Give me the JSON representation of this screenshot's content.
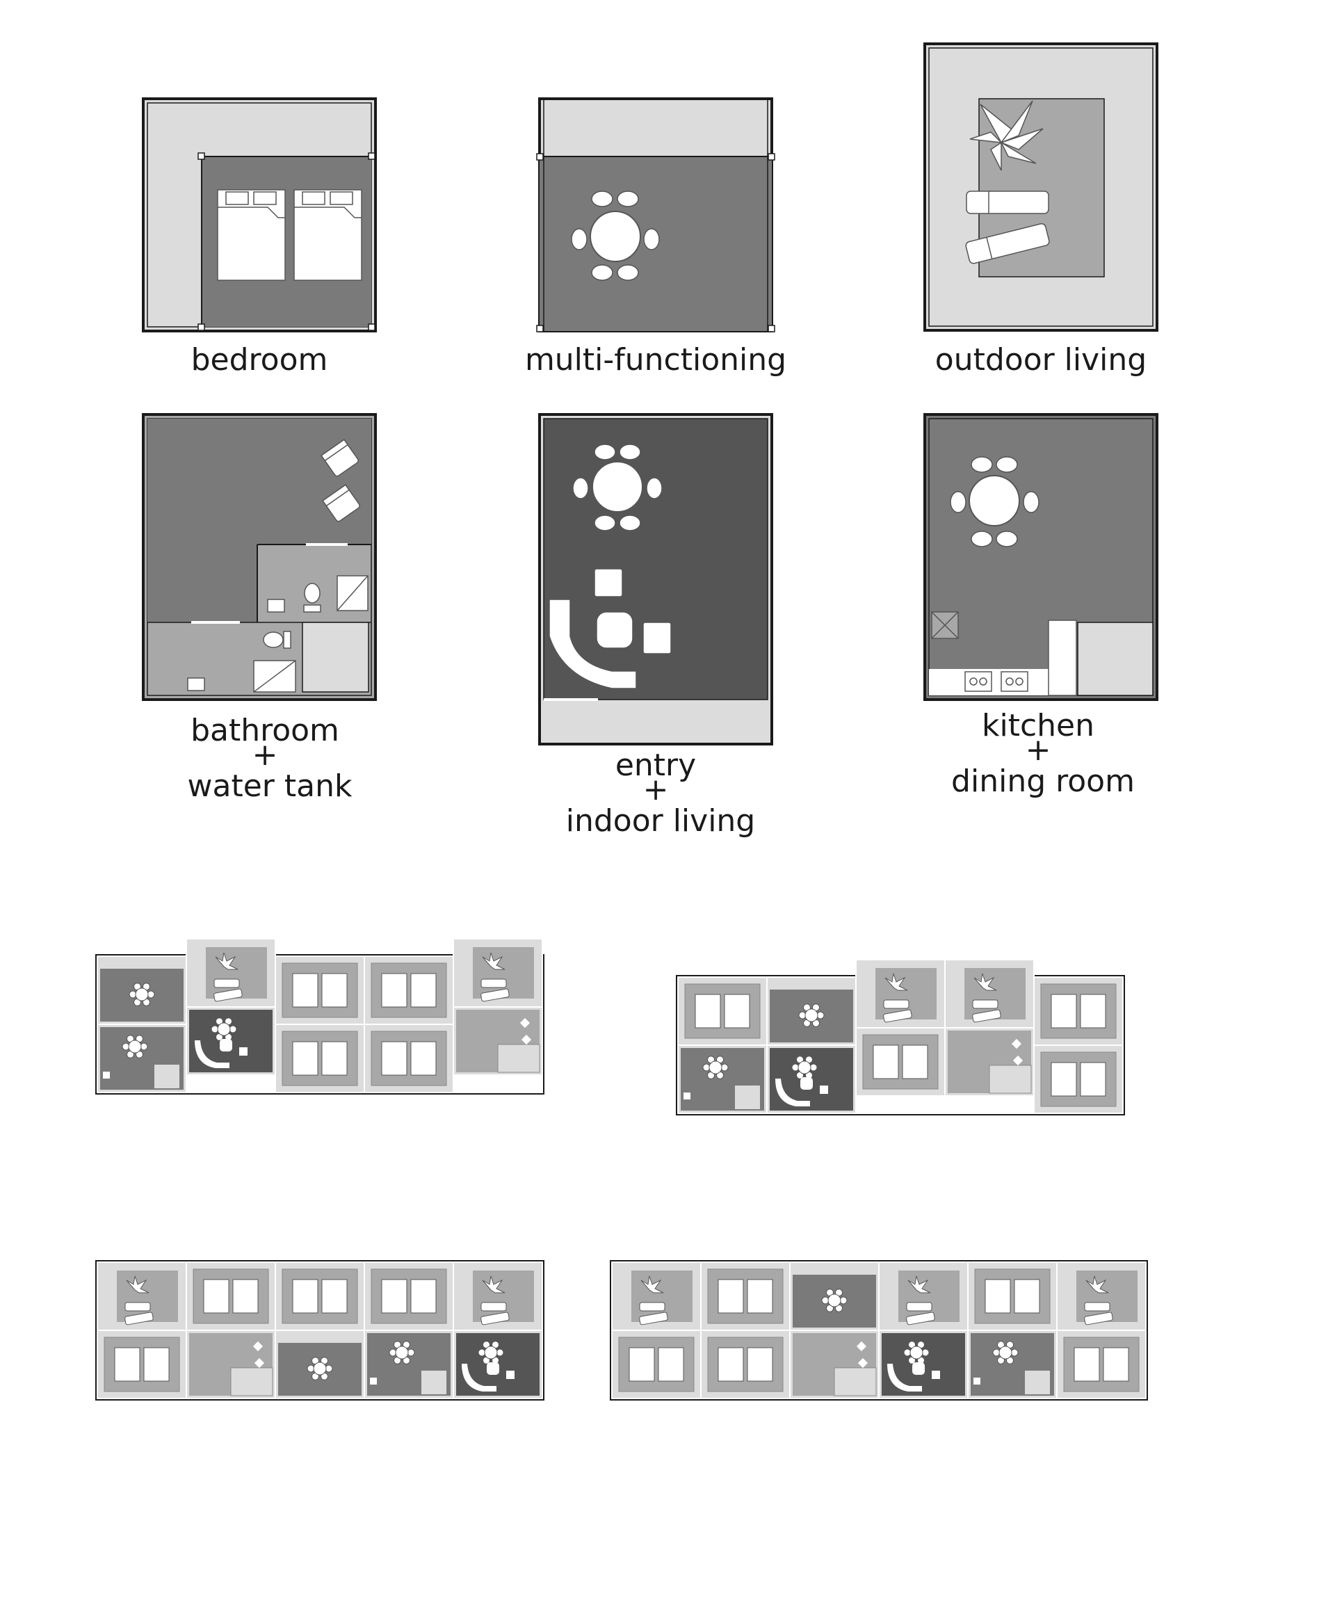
{
  "modules": [
    {
      "id": "bedroom",
      "label_lines": [
        "bedroom"
      ]
    },
    {
      "id": "multi",
      "label_lines": [
        "multi-functioning"
      ]
    },
    {
      "id": "outdoor",
      "label_lines": [
        "outdoor living"
      ]
    },
    {
      "id": "bathroom",
      "label_lines": [
        "bathroom",
        "+",
        "water tank"
      ]
    },
    {
      "id": "entry",
      "label_lines": [
        "entry",
        "+",
        "indoor living"
      ]
    },
    {
      "id": "kitchen",
      "label_lines": [
        "kitchen",
        "+",
        "dining room"
      ]
    }
  ],
  "colors": {
    "outline": "#1a1a1a",
    "light_gray": "#dcdcdc",
    "mid_gray": "#a8a8a8",
    "dark_gray": "#7a7a7a",
    "darkest_gray": "#555555",
    "white": "#ffffff"
  },
  "plan_variants": [
    {
      "id": "plan-a"
    },
    {
      "id": "plan-b"
    },
    {
      "id": "plan-c"
    },
    {
      "id": "plan-d"
    }
  ]
}
